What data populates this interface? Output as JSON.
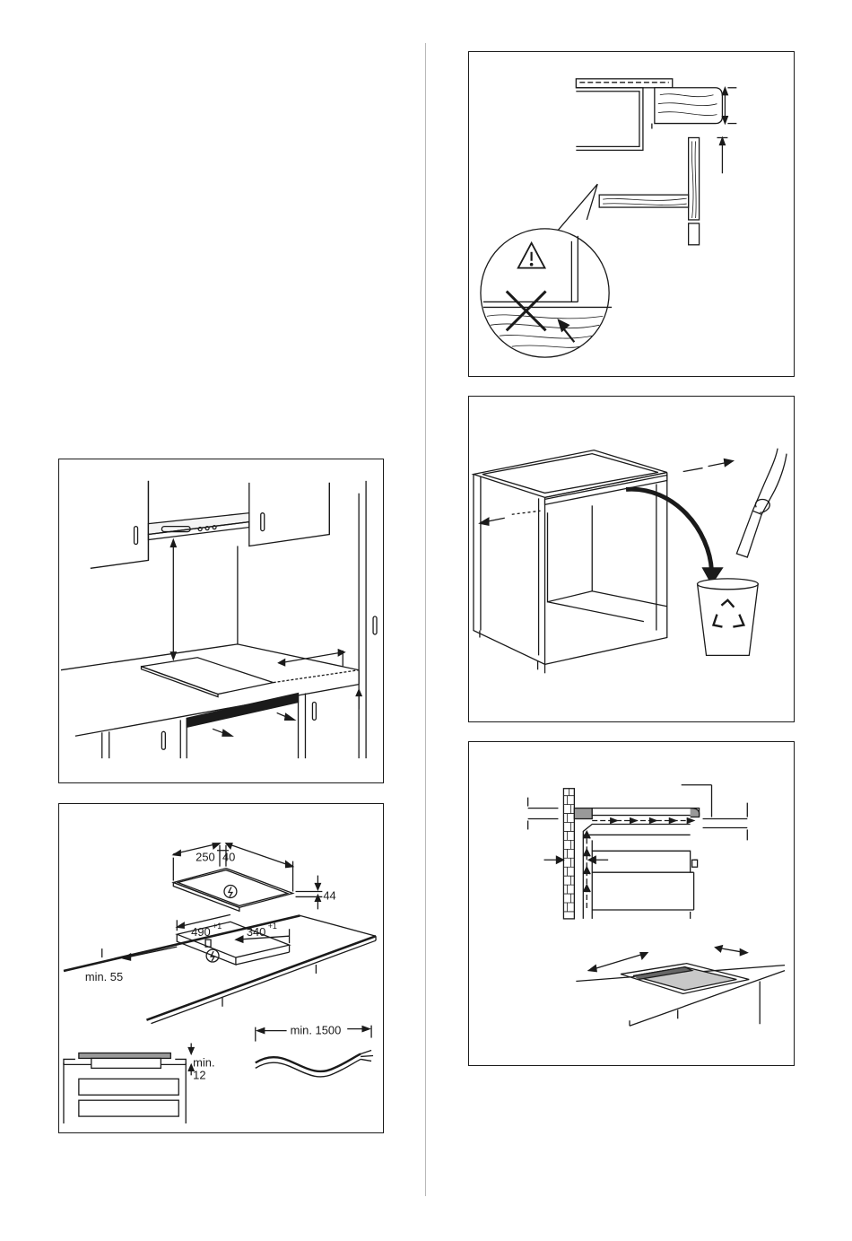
{
  "figure_hob_dimensions": {
    "labels": {
      "width_250": "250",
      "width_40": "40",
      "height_44": "44",
      "cutout_490": "490",
      "cutout_490_tol": "+1",
      "cutout_340": "340",
      "cutout_340_tol": "+1",
      "min_55": "min. 55",
      "min_label": "min.",
      "min_12": "12",
      "min_1500": "min. 1500"
    }
  }
}
